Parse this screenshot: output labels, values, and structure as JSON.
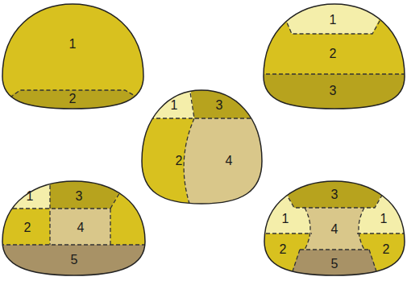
{
  "diagram": {
    "labels": [
      "1",
      "2",
      "1",
      "2",
      "3",
      "1",
      "3",
      "2",
      "4",
      "1",
      "3",
      "2",
      "4",
      "5",
      "3",
      "1",
      "1",
      "4",
      "2",
      "2",
      "5"
    ]
  }
}
